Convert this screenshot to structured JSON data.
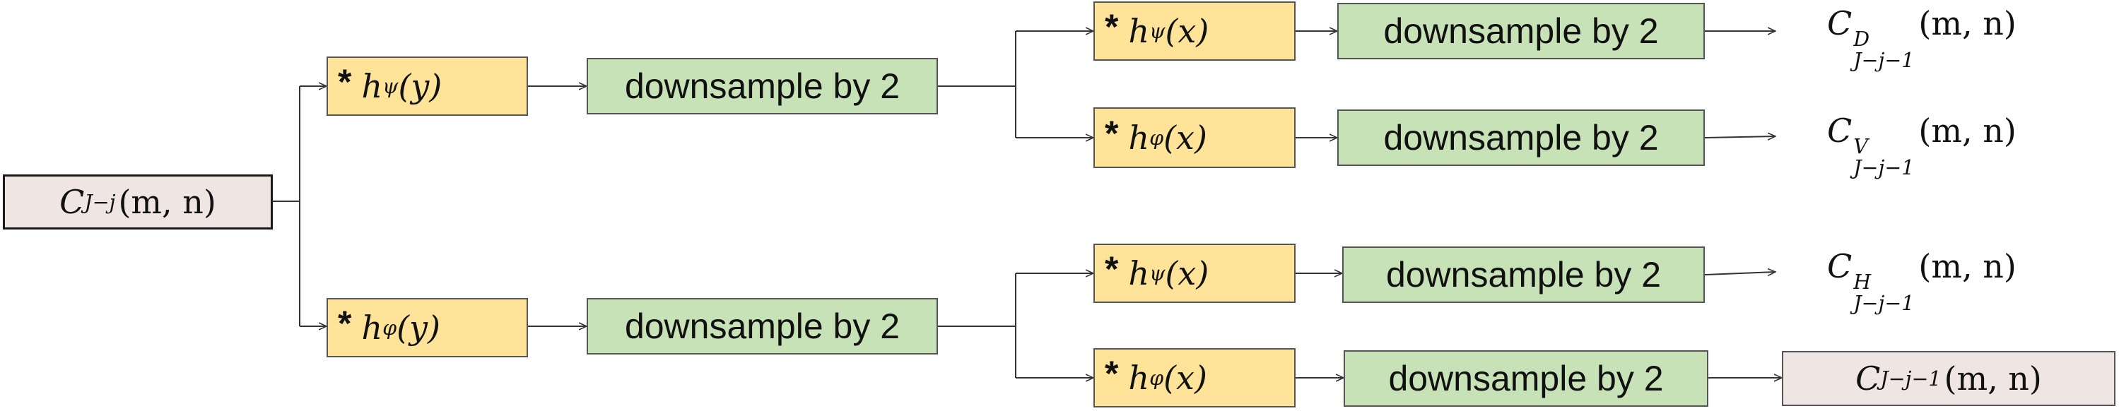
{
  "input": {
    "base": "C",
    "sub": "J−j",
    "args": "(m, n)"
  },
  "stage1": [
    {
      "star": "*",
      "func": "h",
      "sub": "ψ",
      "arg": "(y)"
    },
    {
      "star": "*",
      "func": "h",
      "sub": "φ",
      "arg": "(y)"
    }
  ],
  "downsample_label": "downsample by 2",
  "stage2": [
    {
      "star": "*",
      "func": "h",
      "sub": "ψ",
      "arg": "(x)"
    },
    {
      "star": "*",
      "func": "h",
      "sub": "φ",
      "arg": "(x)"
    },
    {
      "star": "*",
      "func": "h",
      "sub": "ψ",
      "arg": "(x)"
    },
    {
      "star": "*",
      "func": "h",
      "sub": "φ",
      "arg": "(x)"
    }
  ],
  "outputs": [
    {
      "base": "C",
      "sup": "D",
      "sub": "J−j−1",
      "args": "(m, n)"
    },
    {
      "base": "C",
      "sup": "V",
      "sub": "J−j−1",
      "args": "(m, n)"
    },
    {
      "base": "C",
      "sup": "H",
      "sub": "J−j−1",
      "args": "(m, n)"
    },
    {
      "base": "C",
      "sup": "",
      "sub": "J−j−1",
      "args": "(m, n)"
    }
  ]
}
